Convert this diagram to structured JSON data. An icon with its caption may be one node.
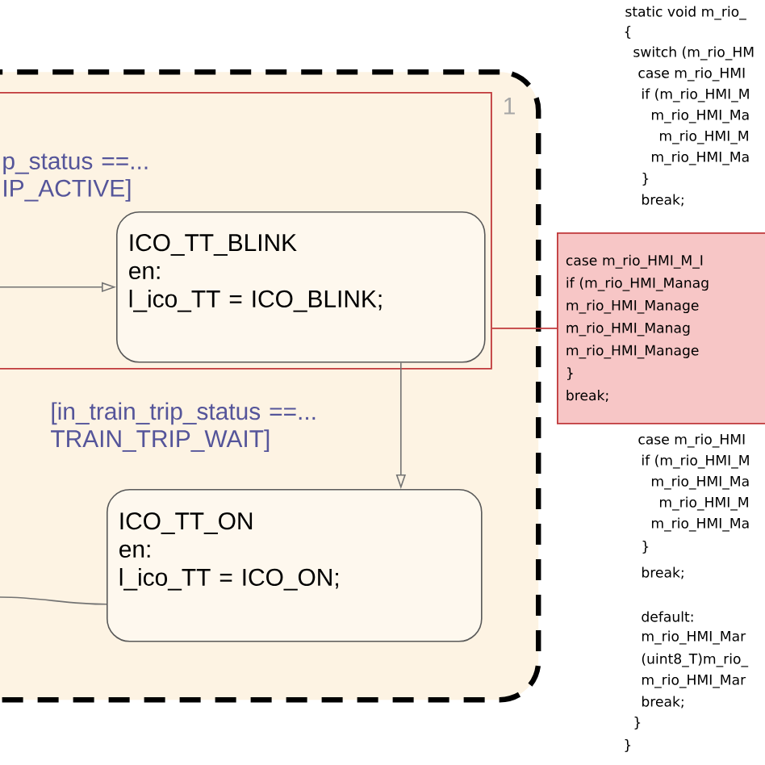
{
  "diagram": {
    "nodes": [
      {
        "text": [
          "1"
        ]
      },
      {
        "text": [],
        "shape": "box",
        "in": 0
      },
      {
        "text": [
          "ICO_TT_BLINK",
          "en:",
          "l_ico_TT = ICO_BLINK;"
        ],
        "in": 1
      },
      {
        "text": [
          "ICO_TT_ON",
          "en:",
          "l_ico_TT = ICO_ON;"
        ],
        "in": 0
      },
      {
        "text": [
          "case m_rio_HMI_M_I",
          "if (m_rio_HMI_Manag",
          "m_rio_HMI_Manage",
          "m_rio_HMI_Manag",
          "m_rio_HMI_Manage",
          "}",
          "break;"
        ]
      }
    ],
    "edges": [
      {
        "from": null,
        "to": 2,
        "arrow": "to",
        "label": "p_status ==... IP_ACTIVE]"
      },
      {
        "from": 2,
        "to": 3,
        "arrow": "to",
        "label": "[in_train_trip_status ==... TRAIN_TRIP_WAIT]"
      },
      {
        "from": 3,
        "to": null,
        "arrow": "none"
      },
      {
        "from": 1,
        "to": 4,
        "arrow": "none",
        "color": "#c0393b"
      }
    ],
    "labels": [
      "static void m_rio_",
      "{",
      "switch (m_rio_HM",
      "case m_rio_HMI",
      "if (m_rio_HMI_M",
      "m_rio_HMI_Ma",
      "m_rio_HMI_M",
      "m_rio_HMI_Ma",
      "}",
      "break;",
      "case m_rio_HMI",
      "if (m_rio_HMI_M",
      "m_rio_HMI_Ma",
      "m_rio_HMI_M",
      "m_rio_HMI_Ma",
      "}",
      "break;",
      "default:",
      "m_rio_HMI_Mar",
      "(uint8_T)m_rio_",
      "m_rio_HMI_Mar",
      "break;",
      "}",
      "}"
    ]
  }
}
